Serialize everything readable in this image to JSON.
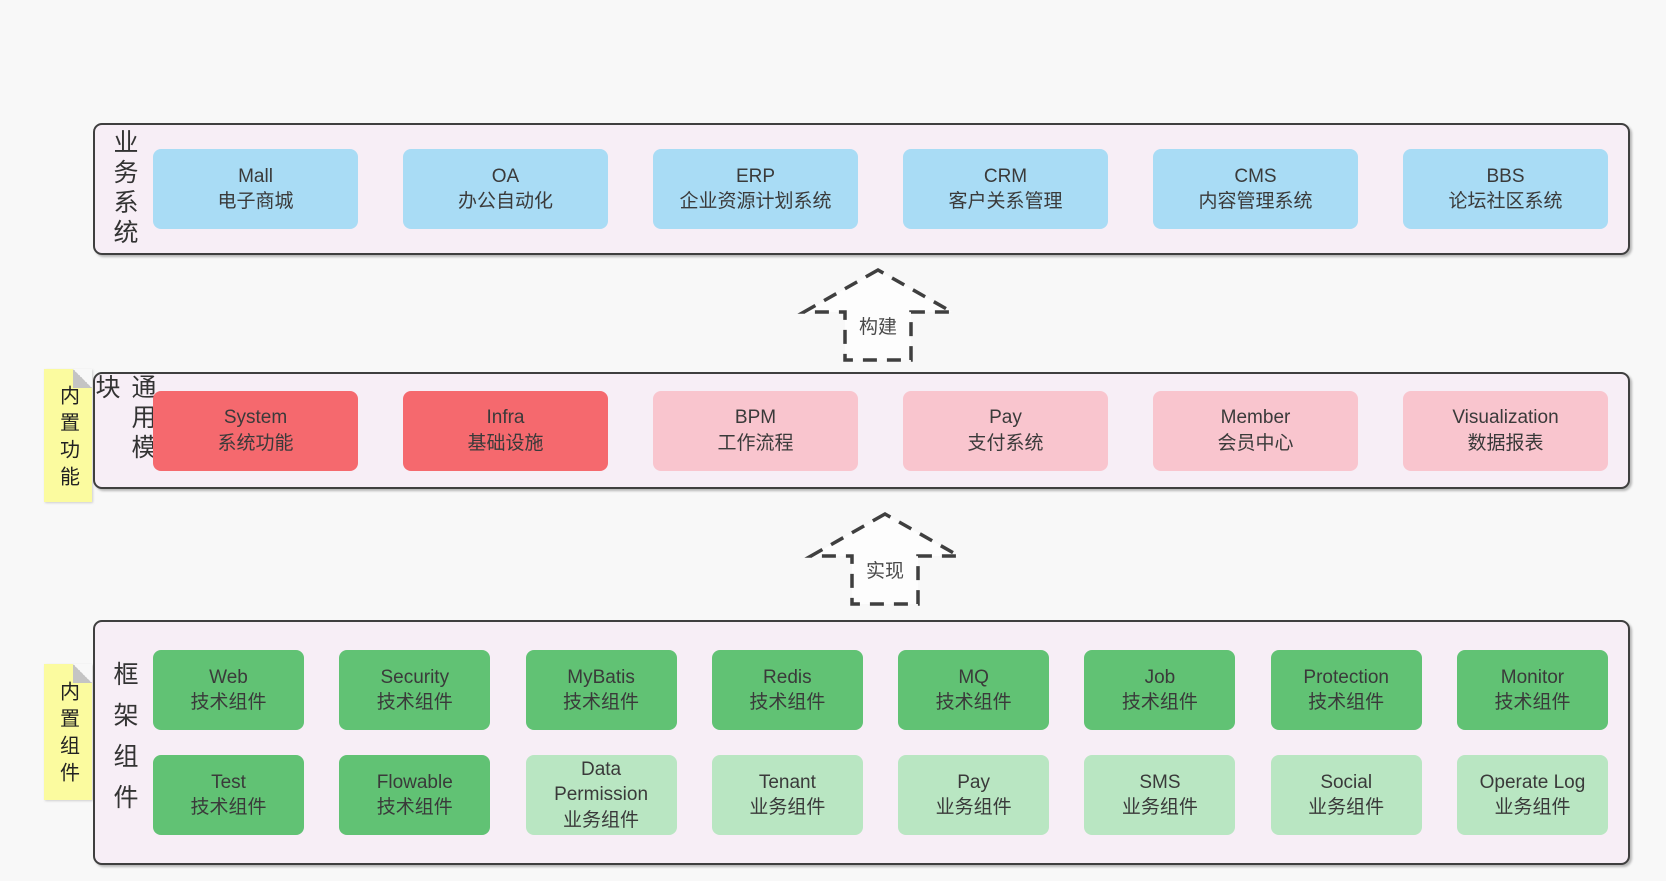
{
  "panels": [
    {
      "id": "business-systems",
      "side_label": "业务系统",
      "note": null,
      "rows": [
        [
          {
            "name": "Mall",
            "desc": "电子商城",
            "variant": "blue"
          },
          {
            "name": "OA",
            "desc": "办公自动化",
            "variant": "blue"
          },
          {
            "name": "ERP",
            "desc": "企业资源计划系统",
            "variant": "blue"
          },
          {
            "name": "CRM",
            "desc": "客户关系管理",
            "variant": "blue"
          },
          {
            "name": "CMS",
            "desc": "内容管理系统",
            "variant": "blue"
          },
          {
            "name": "BBS",
            "desc": "论坛社区系统",
            "variant": "blue"
          }
        ]
      ]
    },
    {
      "id": "common-modules",
      "side_label": "通用模块",
      "note": "内置功能",
      "rows": [
        [
          {
            "name": "System",
            "desc": "系统功能",
            "variant": "red"
          },
          {
            "name": "Infra",
            "desc": "基础设施",
            "variant": "red"
          },
          {
            "name": "BPM",
            "desc": "工作流程",
            "variant": "pink"
          },
          {
            "name": "Pay",
            "desc": "支付系统",
            "variant": "pink"
          },
          {
            "name": "Member",
            "desc": "会员中心",
            "variant": "pink"
          },
          {
            "name": "Visualization",
            "desc": "数据报表",
            "variant": "pink"
          }
        ]
      ]
    },
    {
      "id": "framework-components",
      "side_label": "框架组件",
      "note": "内置组件",
      "rows": [
        [
          {
            "name": "Web",
            "desc": "技术组件",
            "variant": "green-dark"
          },
          {
            "name": "Security",
            "desc": "技术组件",
            "variant": "green-dark"
          },
          {
            "name": "MyBatis",
            "desc": "技术组件",
            "variant": "green-dark"
          },
          {
            "name": "Redis",
            "desc": "技术组件",
            "variant": "green-dark"
          },
          {
            "name": "MQ",
            "desc": "技术组件",
            "variant": "green-dark"
          },
          {
            "name": "Job",
            "desc": "技术组件",
            "variant": "green-dark"
          },
          {
            "name": "Protection",
            "desc": "技术组件",
            "variant": "green-dark"
          },
          {
            "name": "Monitor",
            "desc": "技术组件",
            "variant": "green-dark"
          }
        ],
        [
          {
            "name": "Test",
            "desc": "技术组件",
            "variant": "green-dark"
          },
          {
            "name": "Flowable",
            "desc": "技术组件",
            "variant": "green-dark"
          },
          {
            "name": "Data Permission",
            "desc": "业务组件",
            "variant": "green-light"
          },
          {
            "name": "Tenant",
            "desc": "业务组件",
            "variant": "green-light"
          },
          {
            "name": "Pay",
            "desc": "业务组件",
            "variant": "green-light"
          },
          {
            "name": "SMS",
            "desc": "业务组件",
            "variant": "green-light"
          },
          {
            "name": "Social",
            "desc": "业务组件",
            "variant": "green-light"
          },
          {
            "name": "Operate Log",
            "desc": "业务组件",
            "variant": "green-light"
          }
        ]
      ]
    }
  ],
  "arrows": [
    {
      "label": "构建"
    },
    {
      "label": "实现"
    }
  ],
  "colors": {
    "page_bg": "#f8f8f8",
    "panel_bg": "#f7eef6",
    "border": "#3f3f3f",
    "blue": "#a9dcf5",
    "red": "#f5696e",
    "pink": "#f9c5ce",
    "green_dark": "#61c274",
    "green_light": "#b9e6c2",
    "note_bg": "#fbfb9f",
    "fold": "#c4c4c4",
    "arrow_stroke": "#3f3f3f"
  }
}
